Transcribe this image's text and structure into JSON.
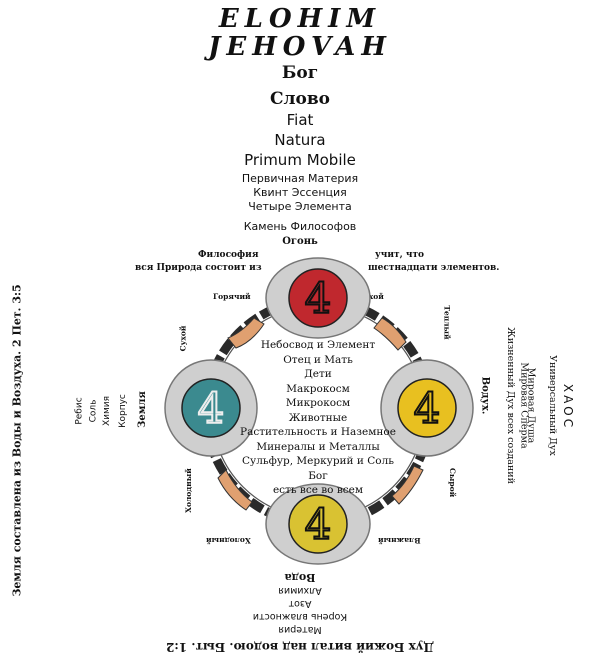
{
  "header": {
    "line1": "ELOHIM",
    "line2": "JEHOVAH",
    "line3": "Бог",
    "line4": "Слово",
    "line5": "Fiat",
    "line6": "Natura",
    "line7": "Primum Mobile",
    "line8": "Первичная Материя",
    "line9": "Квинт Эссенция",
    "line10": "Четыре Элемента",
    "line11": "Камень Философов"
  },
  "top": {
    "fire": "Огонь",
    "left_line1": "Философия",
    "left_line2": "вся Природа состоит из",
    "right_line1": "учит, что",
    "right_line2": "шестнадцати элементов.",
    "hot_left": "Горячий",
    "dry_right": "Сухой"
  },
  "sides": {
    "dry_left": "Сухой",
    "hot_right": "Теплый",
    "cold_left": "Холодный",
    "wet_right": "Сырой",
    "cold_bottom": "Холодный",
    "wet_bottom": "Влажный",
    "water_right": "Водух."
  },
  "cloud_numbers": {
    "top": "4",
    "left": "4",
    "right": "4",
    "bottom": "4"
  },
  "colors": {
    "fire": "#c0282e",
    "earth": "#3b8a8f",
    "air": "#e8c020",
    "water": "#d9c232",
    "cloud": "#cfcfcf"
  },
  "ring_lines": [
    "Небосвод и Элемент",
    "Отец и Мать",
    "Дети",
    "Макрокосм",
    "Микрокосм",
    "Животные",
    "Растительность и Наземное",
    "Минералы и Металлы",
    "Сульфур, Меркурий и Соль",
    "Бог",
    "есть все во всем"
  ],
  "left_column": {
    "main": "Земля составлена из Воды и Воздуха. 2 Пет. 3:5",
    "items": [
      "Ребис",
      "Соль",
      "Химия",
      "Корпус"
    ],
    "label": "Земля"
  },
  "right_column": {
    "title": "ХАОС",
    "items": [
      "Универсальный Дух",
      "Мировая Душа",
      "Мировая Сперма",
      "Жизненный Дух всех созданий"
    ]
  },
  "bottom": {
    "water": "Вода",
    "items": [
      "Алхимия",
      "Азот",
      "Корень влажности",
      "Материя"
    ],
    "scripture": "Дух Божий витал над водою. Быт. 1:2"
  }
}
